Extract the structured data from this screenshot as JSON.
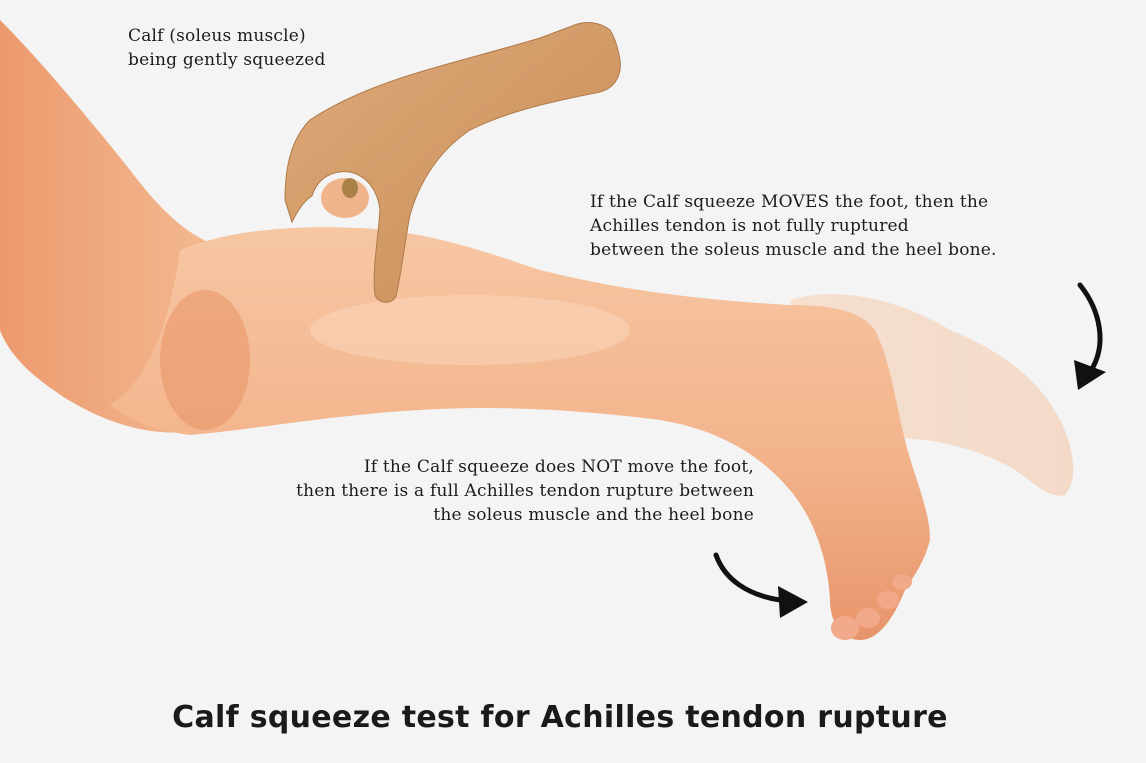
{
  "labels": {
    "calf_line1": "Calf (soleus muscle)",
    "calf_line2": "being gently squeezed",
    "moves_line1": "If the Calf squeeze MOVES the foot, then the",
    "moves_line2": "Achilles tendon is not fully ruptured",
    "moves_line3": "between the soleus muscle and the heel bone.",
    "not_move_line1": "If the Calf squeeze does NOT move the foot,",
    "not_move_line2": "then there is a full Achilles tendon rupture between",
    "not_move_line3": "the soleus muscle and the heel bone"
  },
  "title": "Calf squeeze test for Achilles tendon rupture",
  "colors": {
    "background": "#f4f4f4",
    "skin": "#f2b98f",
    "skin_shadow": "#e89a6c",
    "hand": "#d49a66",
    "arrow": "#111111"
  }
}
